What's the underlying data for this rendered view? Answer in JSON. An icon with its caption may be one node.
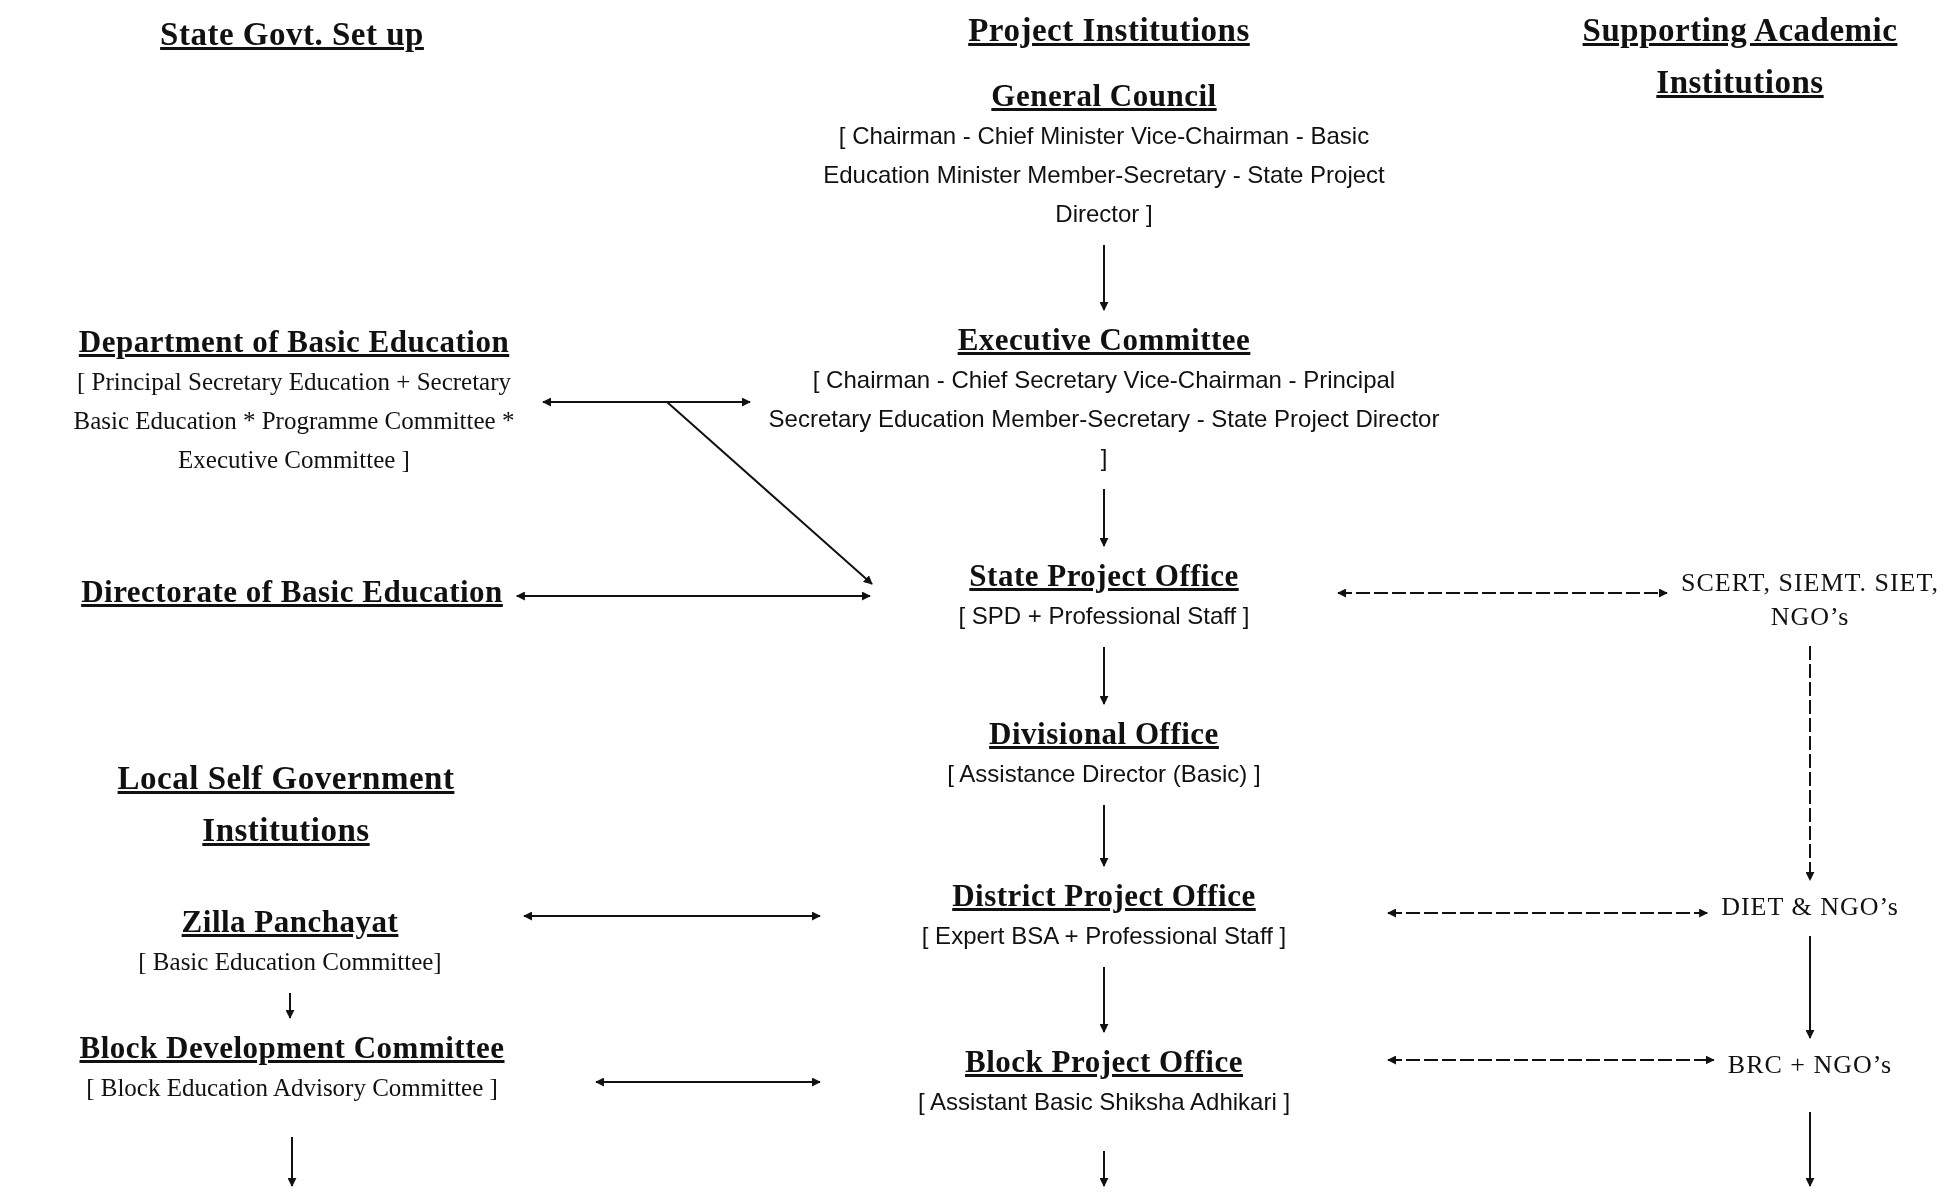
{
  "diagram": {
    "nodes": [
      {
        "text": [
          "General Council",
          "[ Chairman - Chief Minister Vice-Chairman - Basic Education Minister Member-Secretary - State Project Director ]"
        ]
      },
      {
        "text": [
          "Executive Committee",
          "[ Chairman - Chief Secretary Vice-Chairman - Principal Secretary Education Member-Secretary - State Project Director ]"
        ]
      },
      {
        "text": [
          "Department of Basic Education",
          "[ Principal Secretary Education + Secretary Basic Education * Programme Committee * Executive Committee ]"
        ]
      },
      {
        "text": [
          "Directorate of Basic Education"
        ]
      },
      {
        "text": [
          "State Project Office",
          "[ SPD + Professional Staff ]"
        ]
      },
      {
        "text": [
          "SCERT, SIEMT. SIET, NGO’s"
        ]
      },
      {
        "text": [
          "Divisional Office",
          "[ Assistance Director (Basic) ]"
        ]
      },
      {
        "text": [
          "Zilla Panchayat",
          "[ Basic Education Committee]"
        ]
      },
      {
        "text": [
          "District Project Office",
          "[ Expert BSA + Professional Staff ]"
        ]
      },
      {
        "text": [
          "DIET & NGO’s"
        ]
      },
      {
        "text": [
          "Block Development Committee",
          "[ Block Education Advisory Committee ]"
        ]
      },
      {
        "text": [
          "Block Project Office",
          "[ Assistant Basic Shiksha Adhikari ]"
        ]
      },
      {
        "text": [
          "BRC + NGO’s"
        ]
      }
    ],
    "edges": [
      {
        "from": 0,
        "to": 1,
        "arrow": "to"
      },
      {
        "from": 2,
        "to": 1,
        "arrow": "both"
      },
      {
        "from": 2,
        "to": 4,
        "arrow": "to"
      },
      {
        "from": 3,
        "to": 4,
        "arrow": "both"
      },
      {
        "from": 1,
        "to": 4,
        "arrow": "to"
      },
      {
        "from": 4,
        "to": 5,
        "arrow": "both",
        "style": "dashed"
      },
      {
        "from": 4,
        "to": 6,
        "arrow": "to"
      },
      {
        "from": 5,
        "to": 9,
        "arrow": "to",
        "style": "dashed"
      },
      {
        "from": 6,
        "to": 8,
        "arrow": "to"
      },
      {
        "from": 7,
        "to": 8,
        "arrow": "both"
      },
      {
        "from": 8,
        "to": 9,
        "arrow": "both",
        "style": "dashed"
      },
      {
        "from": 7,
        "to": 10,
        "arrow": "to"
      },
      {
        "from": 8,
        "to": 11,
        "arrow": "to"
      },
      {
        "from": 9,
        "to": 12,
        "arrow": "to"
      },
      {
        "from": 10,
        "to": 11,
        "arrow": "both"
      },
      {
        "from": 11,
        "to": 12,
        "arrow": "both",
        "style": "dashed"
      },
      {
        "from": 10,
        "to": null,
        "arrow": "to"
      },
      {
        "from": 11,
        "to": null,
        "arrow": "to"
      },
      {
        "from": 12,
        "to": null,
        "arrow": "to"
      }
    ],
    "labels": [
      "State Govt. Set up",
      "Project Institutions",
      "Supporting Academic Institutions",
      "Local Self Government Institutions"
    ]
  }
}
